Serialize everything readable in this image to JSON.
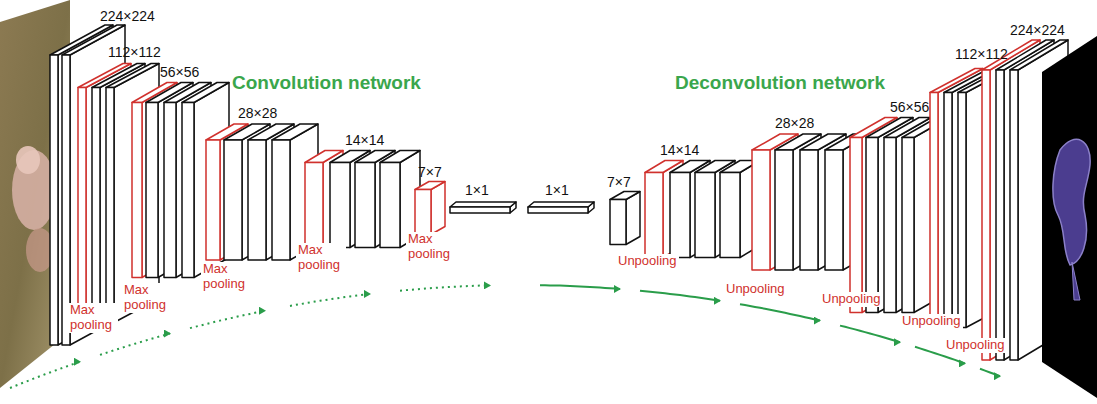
{
  "diagram": {
    "labels": [
      "224×224",
      "112×112",
      "56×56",
      "28×28",
      "14×14",
      "7×7",
      "1×1",
      "1×1",
      "7×7",
      "14×14",
      "28×28",
      "56×56",
      "112×112",
      "224×224",
      "Convolution network",
      "Deconvolution network",
      "Max pooling",
      "Max pooling",
      "Max pooling",
      "Max pooling",
      "Max pooling",
      "Unpooling",
      "Unpooling",
      "Unpooling",
      "Unpooling",
      "Unpooling"
    ]
  }
}
